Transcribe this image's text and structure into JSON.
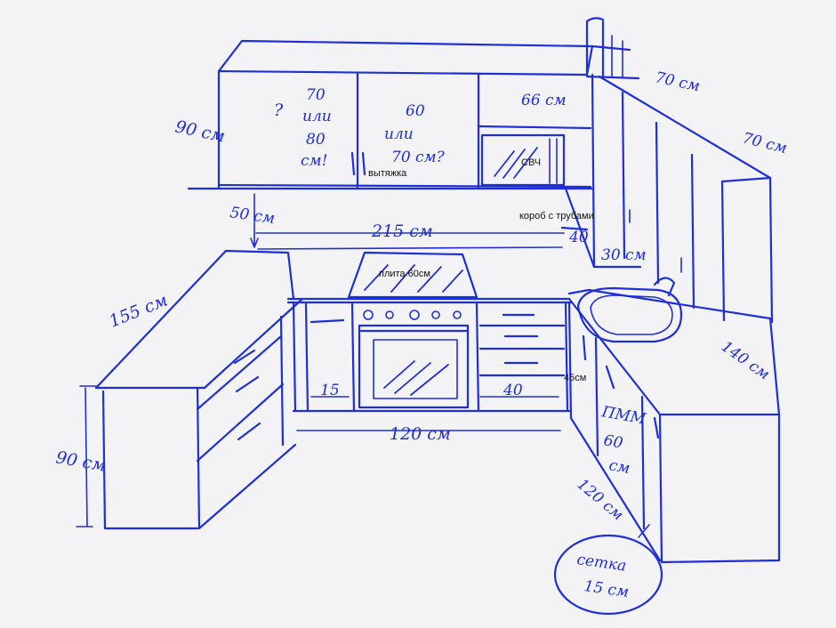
{
  "upper_cabinets": {
    "height": "90 см",
    "left_note_line1": "?",
    "left_note_line2": "70",
    "left_note_line3": "или",
    "left_note_line4": "80",
    "left_note_line5": "см!",
    "mid_note_line1": "60",
    "mid_note_line2": "или",
    "mid_note_line3": "70 см?",
    "right_width": "66 см",
    "hood_label": "вытяжка",
    "microwave_label": "СВЧ",
    "gap_to_counter": "50 см"
  },
  "wall_run": {
    "depth_top": "70 см",
    "depth_side": "70 см",
    "length": "140 см",
    "pipe_box_label": "короб с трубами",
    "pipe_box_width": "30 см",
    "pipe_box_depth": "40"
  },
  "back_run": {
    "length": "215 см",
    "stove_label": "плита 60см",
    "base_length": "120 см",
    "filler": "15",
    "drawers_width": "40",
    "sink_side_cabinet": "45см"
  },
  "left_run": {
    "length": "155 см",
    "height": "90 см"
  },
  "right_run": {
    "dishwasher_line1": "ПММ",
    "dishwasher_line2": "60",
    "dishwasher_line3": "см",
    "length": "120 см",
    "bottle_rack_line1": "сетка",
    "bottle_rack_line2": "15 см"
  }
}
